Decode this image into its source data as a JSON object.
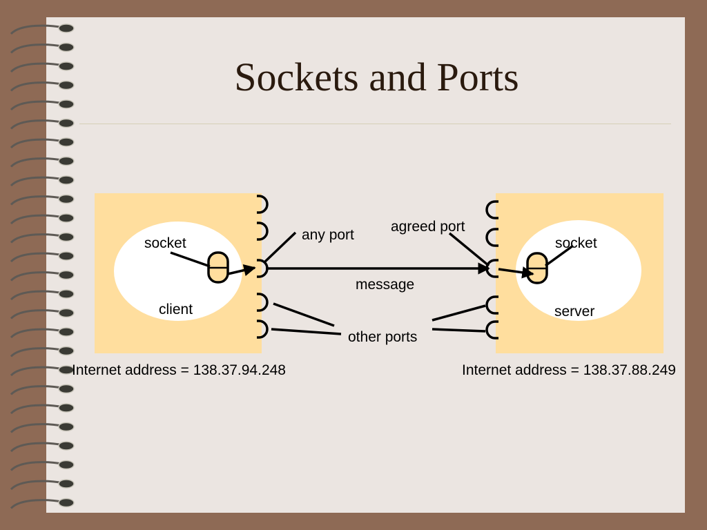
{
  "slide": {
    "title": "Sockets and Ports"
  },
  "diagram": {
    "client_box": {
      "socket_label": "socket",
      "host_label": "client",
      "address": "Internet address = 138.37.94.248"
    },
    "server_box": {
      "socket_label": "socket",
      "host_label": "server",
      "address": "Internet address = 138.37.88.249"
    },
    "any_port_label": "any port",
    "agreed_port_label": "agreed port",
    "message_label": "message",
    "other_ports_label": "other ports"
  },
  "colors": {
    "background": "#8E6A55",
    "page": "#EBE5E1",
    "host_box": "#FFDE9E",
    "ellipse": "#FFFFFF",
    "ink": "#000000",
    "title": "#2A1A0E"
  }
}
